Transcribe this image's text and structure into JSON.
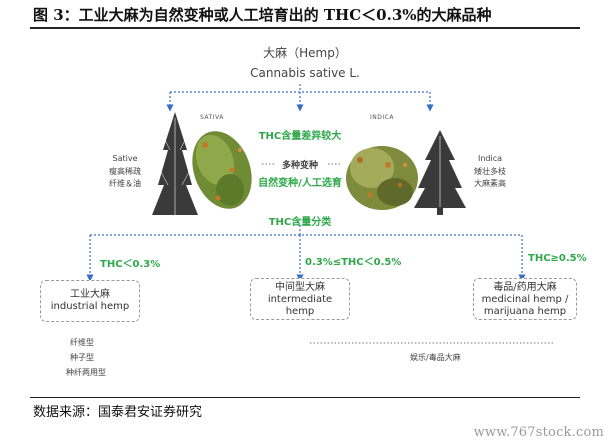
{
  "figure": {
    "title": "图 3：工业大麻为自然变种或人工培育出的 THC＜0.3%的大麻品种",
    "source": "数据来源：国泰君安证券研究",
    "watermark": "www.767stock.com"
  },
  "diagram": {
    "root": {
      "cn": "大麻（Hemp）",
      "en": "Cannabis sative L."
    },
    "sativa": {
      "image_label": "SATIVA",
      "name": "Sative",
      "line1": "瘦高稀疏",
      "line2": "纤维＆油"
    },
    "indica": {
      "image_label": "INDICA",
      "name": "Indica",
      "line1": "矮壮多枝",
      "line2": "大麻素高"
    },
    "middle": {
      "thc_diff": "THC含量差异较大",
      "variants": "多种变种",
      "origin": "自然变种/人工选育",
      "classification": "THC含量分类"
    },
    "branches": [
      {
        "threshold": "THC＜0.3%",
        "lines": [
          "工业大麻",
          "industrial hemp"
        ]
      },
      {
        "threshold": "0.3%≤THC＜0.5%",
        "lines": [
          "中间型大麻",
          "intermediate",
          "hemp"
        ]
      },
      {
        "threshold": "THC≥0.5%",
        "lines": [
          "毒品/药用大麻",
          "medicinal hemp /",
          "marijuana hemp"
        ]
      }
    ],
    "industrial_types": [
      "纤维型",
      "种子型",
      "种纤两用型"
    ],
    "recreational": "娱乐/毒品大麻"
  }
}
